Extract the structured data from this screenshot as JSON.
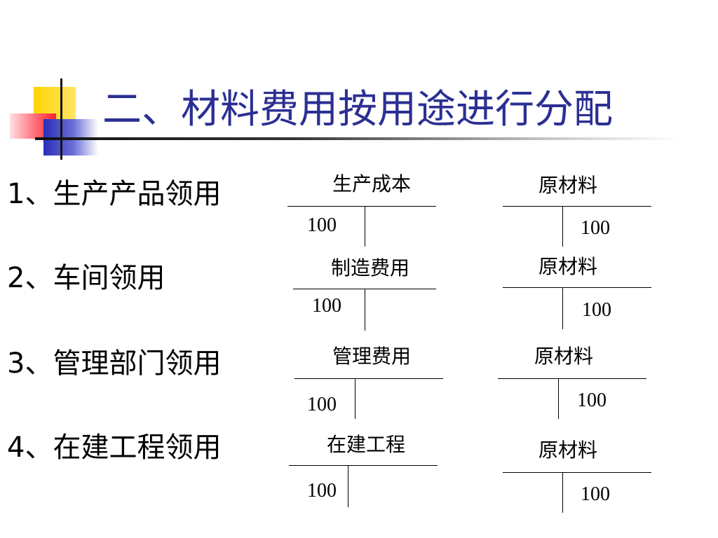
{
  "slide": {
    "title": "二、材料费用按用途进行分配",
    "rows": [
      {
        "label": "1、生产产品领用",
        "debit": {
          "account": "生产成本",
          "amount": "100"
        },
        "credit": {
          "account": "原材料",
          "amount": "100"
        }
      },
      {
        "label": "2、车间领用",
        "debit": {
          "account": "制造费用",
          "amount": "100"
        },
        "credit": {
          "account": "原材料",
          "amount": "100"
        }
      },
      {
        "label": "3、管理部门领用",
        "debit": {
          "account": "管理费用",
          "amount": "100"
        },
        "credit": {
          "account": "原材料",
          "amount": "100"
        }
      },
      {
        "label": "4、在建工程领用",
        "debit": {
          "account": "在建工程",
          "amount": "100"
        },
        "credit": {
          "account": "原材料",
          "amount": "100"
        }
      }
    ]
  }
}
